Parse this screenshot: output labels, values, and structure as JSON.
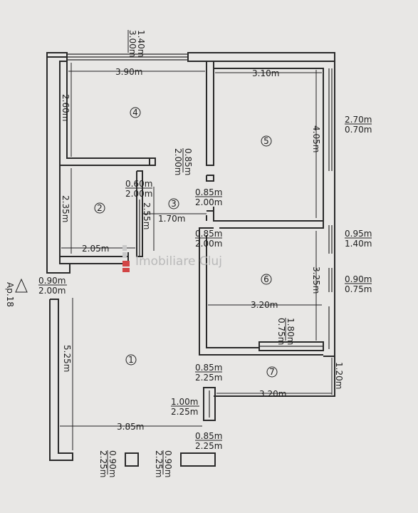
{
  "rooms": [
    "4",
    "5",
    "2",
    "3",
    "6",
    "1",
    "7"
  ],
  "dims": {
    "d_300_140a": "3.00m",
    "d_300_140b": "1.40m",
    "d_390": "3.90m",
    "d_310": "3.10m",
    "d_260": "2.60m",
    "d_405": "4.05m",
    "d_270a": "2.70m",
    "d_270b": "0.70m",
    "d_085_200_v_a": "0.85m",
    "d_085_200_v_b": "2.00m",
    "d_060_200a": "0.60m",
    "d_060_200b": "2.00m",
    "d_235": "2.35m",
    "d_255": "2.55m",
    "d_085_200_b_a": "0.85m",
    "d_085_200_b_b": "2.00m",
    "d_170": "1.70m",
    "d_085_200_c_a": "0.85m",
    "d_085_200_c_b": "2.00m",
    "d_095_140a": "0.95m",
    "d_095_140b": "1.40m",
    "d_205": "2.05m",
    "d_325": "3.25m",
    "d_090_075a": "0.90m",
    "d_090_075b": "0.75m",
    "d_090_200a": "0.90m",
    "d_090_200b": "2.00m",
    "d_320_a": "3.20m",
    "d_180_075a": "1.80m",
    "d_180_075b": "0.75m",
    "d_525": "5.25m",
    "d_085_225_a_a": "0.85m",
    "d_085_225_a_b": "2.25m",
    "d_120": "1.20m",
    "d_320_b": "3.20m",
    "d_100_225a": "1.00m",
    "d_100_225b": "2.25m",
    "d_385": "3.85m",
    "d_085_225_b_a": "0.85m",
    "d_085_225_b_b": "2.25m",
    "d_090_225_a_a": "0.90m",
    "d_090_225_a_b": "2.25m",
    "d_090_225_b_a": "0.90m",
    "d_090_225_b_b": "2.25m"
  },
  "north_label": "Ap.18",
  "watermark": "Imobiliare Cluj"
}
